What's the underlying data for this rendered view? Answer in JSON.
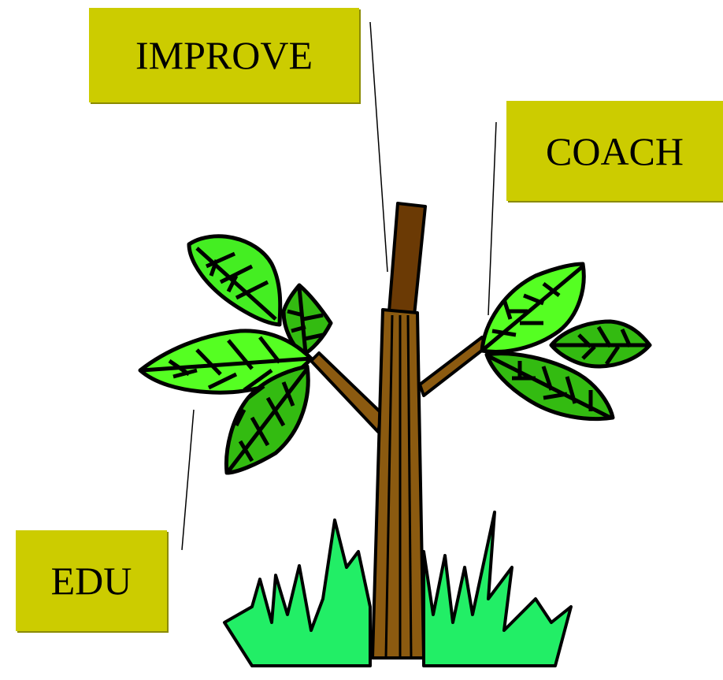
{
  "labels": {
    "improve": "IMPROVE",
    "coach": "COACH",
    "edu": "EDU"
  },
  "colors": {
    "label_fill": "#cccc00",
    "leaf_light": "#66ff33",
    "leaf_dark": "#33bb11",
    "trunk": "#8b5a10",
    "stake": "#6b3a05",
    "grass": "#22dd55",
    "outline": "#000000"
  },
  "icons": {
    "tree": "sapling-tree-icon",
    "grass": "grass-tuft-icon"
  }
}
